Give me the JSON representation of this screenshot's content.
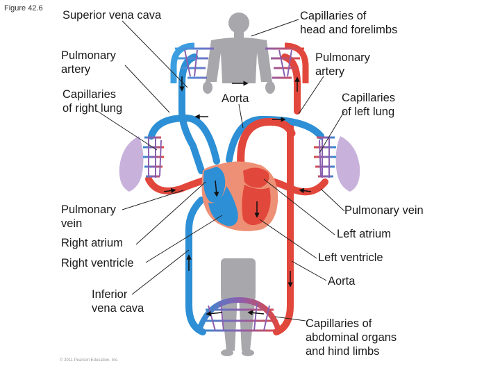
{
  "figure_number": "Figure 42.6",
  "copyright": "© 2011 Pearson Education, Inc.",
  "labels": {
    "superior_vena_cava": "Superior vena cava",
    "capillaries_head": "Capillaries of\nhead and forelimbs",
    "pulmonary_artery_left": "Pulmonary\nartery",
    "pulmonary_artery_right": "Pulmonary\nartery",
    "capillaries_right_lung": "Capillaries\nof right lung",
    "aorta_top": "Aorta",
    "capillaries_left_lung": "Capillaries\nof left lung",
    "pulmonary_vein_left": "Pulmonary\nvein",
    "pulmonary_vein_right": "Pulmonary vein",
    "right_atrium": "Right atrium",
    "left_atrium": "Left atrium",
    "right_ventricle": "Right ventricle",
    "left_ventricle": "Left ventricle",
    "aorta_bottom": "Aorta",
    "inferior_vena_cava": "Inferior\nvena cava",
    "capillaries_abdominal": "Capillaries of\nabdominal organs\nand hind limbs"
  },
  "colors": {
    "oxygen_poor_blood": "#2d8fd5",
    "oxygen_rich_blood": "#e2473c",
    "capillary_mix": "#8a5fb0",
    "lung": "#c8b2dc",
    "body": "#a8a8ac",
    "heart_outer": "#ee9075"
  }
}
